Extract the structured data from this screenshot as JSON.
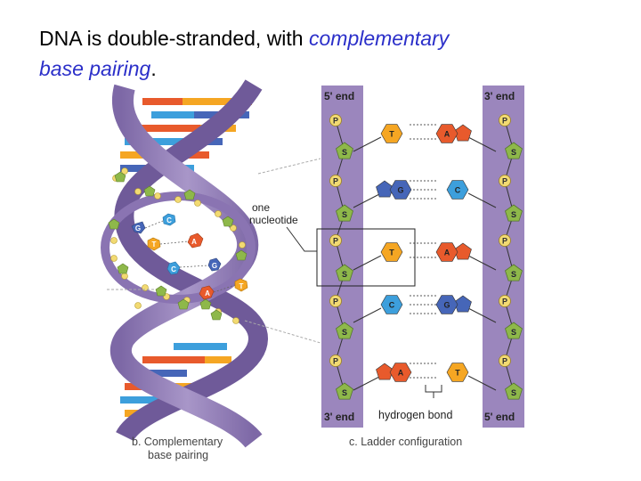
{
  "title": {
    "lead": "DNA is double-stranded, with ",
    "highlight_line1": "complementary",
    "highlight_line2": "base pairing",
    "trail": "."
  },
  "helix": {
    "label_one": "one",
    "label_nucleotide": "nucleotide",
    "caption_line1": "b. Complementary",
    "caption_line2": "base pairing",
    "bases": [
      "G",
      "C",
      "T",
      "A",
      "C",
      "G",
      "A",
      "T"
    ]
  },
  "ladder": {
    "left_top": "5' end",
    "left_bottom": "3' end",
    "right_top": "3' end",
    "right_bottom": "5' end",
    "phosphate": "P",
    "sugar": "S",
    "pairs": [
      {
        "left": "T",
        "right": "A"
      },
      {
        "left": "G",
        "right": "C"
      },
      {
        "left": "T",
        "right": "A"
      },
      {
        "left": "C",
        "right": "G"
      },
      {
        "left": "A",
        "right": "T"
      }
    ],
    "hydrogen_bond": "hydrogen bond",
    "caption": "c. Ladder configuration"
  },
  "colors": {
    "strand": "#9b86bd",
    "phosphate": "#f2da72",
    "sugar": "#8eb84a",
    "A": "#e85a2c",
    "T": "#f5a623",
    "G": "#4666b8",
    "C": "#3d9fdc",
    "title_highlight": "#2b2fc9"
  }
}
